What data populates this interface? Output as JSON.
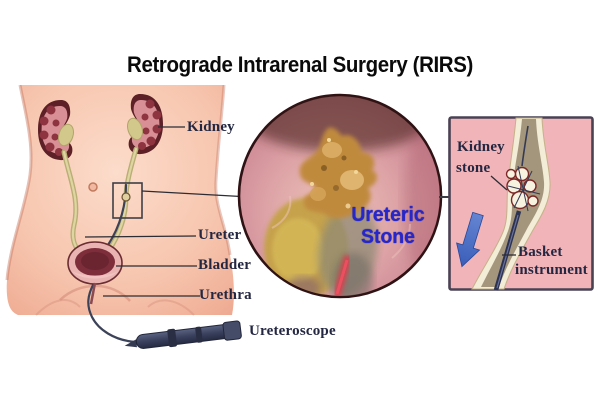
{
  "title": "Retrograde Intrarenal Surgery (RIRS)",
  "figure_labels": {
    "kidney": "Kidney",
    "ureter": "Ureter",
    "bladder": "Bladder",
    "urethra": "Urethra",
    "ureteroscope": "Ureteroscope"
  },
  "endoscope_view": {
    "caption_line1": "Ureteric",
    "caption_line2": "Stone"
  },
  "inset_panel": {
    "kidney_stone_line1": "Kidney",
    "kidney_stone_line2": "stone",
    "basket_line1": "Basket",
    "basket_line2": "instrument"
  },
  "colors": {
    "label_ink": "#232742",
    "stone_blue": "#2626cf",
    "title_ink": "#0a0a0a",
    "panel_bg": "#f1b4b8",
    "panel_border": "#494253",
    "arrow_blue": "#4066bd",
    "skin": "#f7c5b0",
    "kidney_maroon": "#5c2026",
    "ureter_yellow": "#cfc489",
    "scope_navy": "#353b55",
    "view_rim": "#2e1214"
  }
}
